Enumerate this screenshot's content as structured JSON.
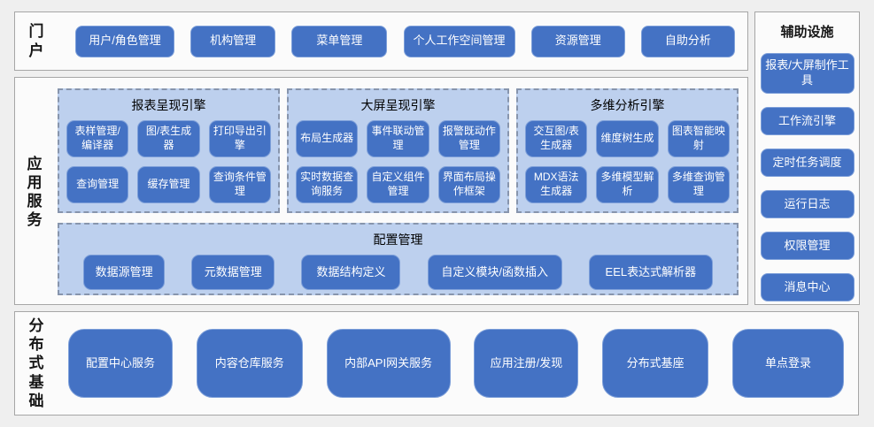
{
  "colors": {
    "button_blue": "#4472C4",
    "button_border": "#7D9FD9",
    "panel_fill": "#BDD0EE",
    "panel_dash_border": "#8795AD",
    "section_border": "#A6A6A6",
    "section_fill": "#FBFBFB",
    "page_bg": "#EFEFEF"
  },
  "portal": {
    "label": "门户",
    "buttons": [
      "用户/角色管理",
      "机构管理",
      "菜单管理",
      "个人工作空间管理",
      "资源管理",
      "自助分析"
    ]
  },
  "app_services": {
    "label": "应用服务",
    "engines": [
      {
        "title": "报表呈现引擎",
        "buttons": [
          "表样管理/编译器",
          "图/表生成器",
          "打印导出引擎",
          "查询管理",
          "缓存管理",
          "查询条件管理"
        ]
      },
      {
        "title": "大屏呈现引擎",
        "buttons": [
          "布局生成器",
          "事件联动管理",
          "报警既动作管理",
          "实时数据查询服务",
          "自定义组件管理",
          "界面布局操作框架"
        ]
      },
      {
        "title": "多维分析引擎",
        "buttons": [
          "交互图/表生成器",
          "维度树生成",
          "图表智能映射",
          "MDX语法生成器",
          "多维模型解析",
          "多维查询管理"
        ]
      }
    ],
    "config": {
      "title": "配置管理",
      "buttons": [
        "数据源管理",
        "元数据管理",
        "数据结构定义",
        "自定义模块/函数插入",
        "EEL表达式解析器"
      ]
    }
  },
  "auxiliary": {
    "title": "辅助设施",
    "buttons": [
      "报表/大屏制作工具",
      "工作流引擎",
      "定时任务调度",
      "运行日志",
      "权限管理",
      "消息中心"
    ]
  },
  "foundation": {
    "label": "分布式基础",
    "buttons": [
      "配置中心服务",
      "内容仓库服务",
      "内部API网关服务",
      "应用注册/发现",
      "分布式基座",
      "单点登录"
    ]
  }
}
